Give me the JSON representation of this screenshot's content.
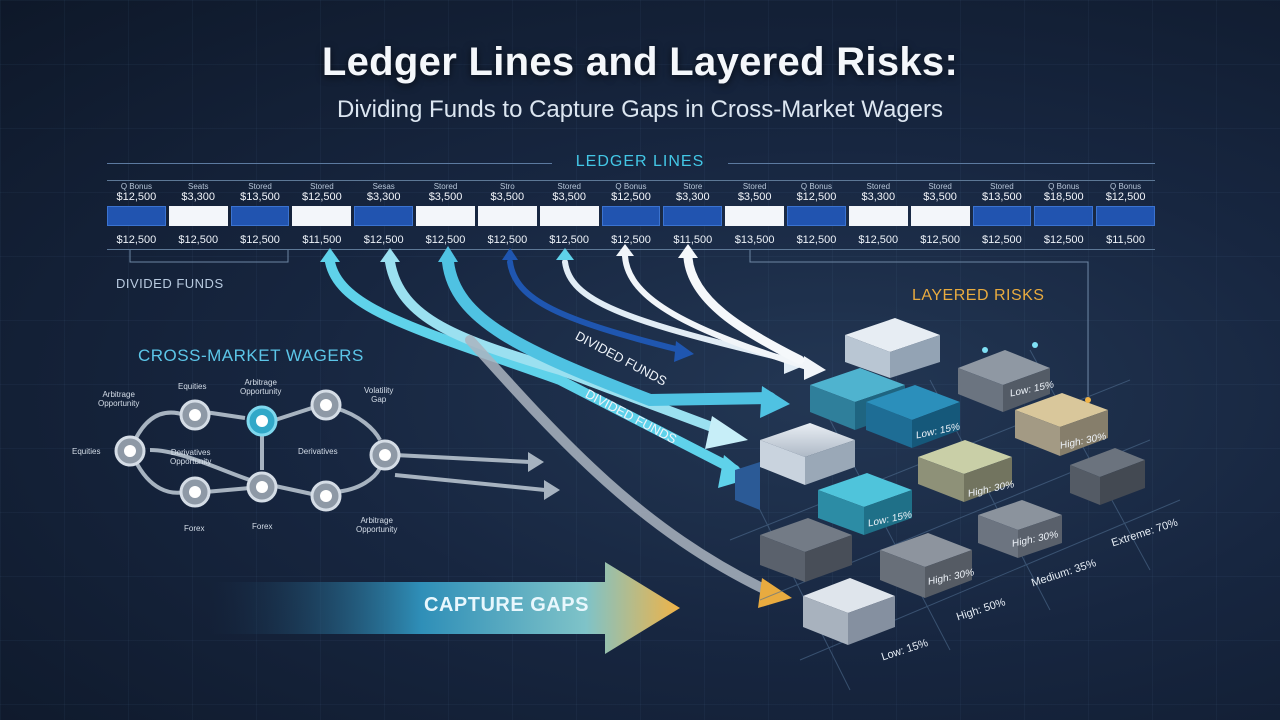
{
  "title": "Ledger Lines and Layered Risks:",
  "subtitle": "Dividing Funds to Capture Gaps in Cross-Market Wagers",
  "ledger": {
    "heading": "LEDGER LINES",
    "columns": [
      {
        "label": "Q Bonus",
        "top": "$12,500",
        "fill": "blue",
        "bottom": "$12,500"
      },
      {
        "label": "Seats",
        "top": "$3,300",
        "fill": "white",
        "bottom": "$12,500"
      },
      {
        "label": "Stored",
        "top": "$13,500",
        "fill": "blue",
        "bottom": "$12,500"
      },
      {
        "label": "Stored",
        "top": "$12,500",
        "fill": "white",
        "bottom": "$11,500"
      },
      {
        "label": "Sesas",
        "top": "$3,300",
        "fill": "blue",
        "bottom": "$12,500"
      },
      {
        "label": "Stored",
        "top": "$3,500",
        "fill": "white",
        "bottom": "$12,500"
      },
      {
        "label": "Stro",
        "top": "$3,500",
        "fill": "white",
        "bottom": "$12,500"
      },
      {
        "label": "Stored",
        "top": "$3,500",
        "fill": "white",
        "bottom": "$12,500"
      },
      {
        "label": "Q Bonus",
        "top": "$12,500",
        "fill": "blue",
        "bottom": "$12,500"
      },
      {
        "label": "Store",
        "top": "$3,300",
        "fill": "blue",
        "bottom": "$11,500"
      },
      {
        "label": "Stored",
        "top": "$3,500",
        "fill": "white",
        "bottom": "$13,500"
      },
      {
        "label": "Q Bonus",
        "top": "$12,500",
        "fill": "blue",
        "bottom": "$12,500"
      },
      {
        "label": "Stored",
        "top": "$3,300",
        "fill": "white",
        "bottom": "$12,500"
      },
      {
        "label": "Stored",
        "top": "$3,500",
        "fill": "white",
        "bottom": "$12,500"
      },
      {
        "label": "Stored",
        "top": "$13,500",
        "fill": "blue",
        "bottom": "$12,500"
      },
      {
        "label": "Q Bonus",
        "top": "$18,500",
        "fill": "blue",
        "bottom": "$12,500"
      },
      {
        "label": "Q Bonus",
        "top": "$12,500",
        "fill": "blue",
        "bottom": "$11,500"
      }
    ]
  },
  "divided_funds_label": "DIVIDED FUNDS",
  "arrow_labels": [
    "DIVIDED FUNDS",
    "DIVIDED FUNDS"
  ],
  "cross_market": {
    "heading": "CROSS-MARKET WAGERS",
    "labels": {
      "arb1": "Arbitrage\nOpportunity",
      "equities_top": "Equities",
      "arb2": "Arbitrage\nOpportunity",
      "volatility": "Volatility\nGap",
      "equities_left": "Equities",
      "derivatives_opp": "Derivatives\nOpportunity",
      "derivatives": "Derivatives",
      "forex1": "Forex",
      "forex2": "Forex",
      "arb3": "Arbitrage\nOpportunity"
    }
  },
  "layered_risks": {
    "heading": "LAYERED RISKS",
    "cube_labels": [
      "Low: 15%",
      "Low: 15%",
      "High: 30%",
      "High: 30%",
      "Low: 15%",
      "High: 30%",
      "High: 30%"
    ],
    "scale_labels": [
      "Low: 15%",
      "High: 50%",
      "Medium: 35%",
      "Extreme: 70%"
    ]
  },
  "capture_gaps": "CAPTURE GAPS",
  "colors": {
    "accent_cyan": "#43c7e6",
    "accent_orange": "#e9ab3f",
    "ledger_blue": "#2154b0"
  }
}
